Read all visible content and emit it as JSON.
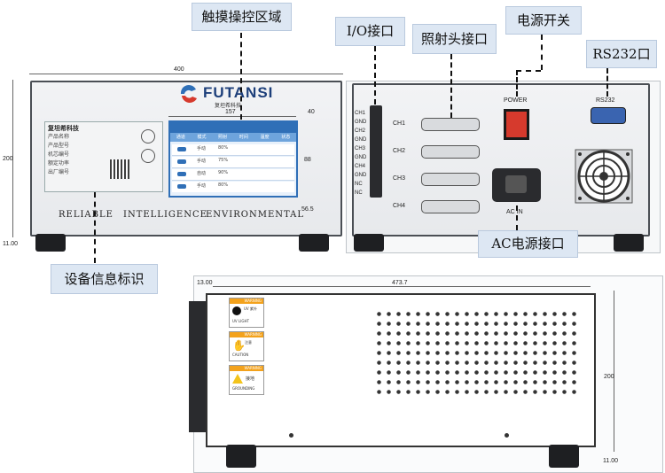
{
  "callouts": {
    "touch_area": "触摸操控区域",
    "io_port": "I/O接口",
    "light_head_port": "照射头接口",
    "power_switch": "电源开关",
    "rs232_port": "RS232口",
    "ac_power_port": "AC电源接口",
    "device_info_label": "设备信息标识"
  },
  "front": {
    "brand": "FUTANSI",
    "brand_cn": "复坦希科技",
    "slogan": [
      "RELIABLE",
      "INTELLIGENCE",
      "ENVIRONMENTAL"
    ],
    "info_title": "复坦希科技",
    "info_rows": [
      "产品名称",
      "产品型号",
      "机芯编号",
      "额定功率",
      "出厂编号"
    ],
    "screen_headers": [
      "通道",
      "模式",
      "照射",
      "时间",
      "温度",
      "状态"
    ],
    "screen_modes": [
      "手动",
      "手动",
      "自动",
      "手动"
    ],
    "screen_values": [
      "80%",
      "75%",
      "90%",
      "80%"
    ]
  },
  "dimensions": {
    "front_width": "400",
    "front_height": "200",
    "feet_height": "11.00",
    "screen_width": "157",
    "screen_right": "40",
    "screen_height": "88",
    "screen_bottom": "56.5",
    "side_top": "13.00",
    "side_length": "473.7",
    "side_height": "200",
    "side_feet": "11.00"
  },
  "back": {
    "power_label": "POWER",
    "rs232_label": "RS232",
    "ac_label": "AC IN",
    "channels": [
      "CH1",
      "CH2",
      "CH3",
      "CH4"
    ],
    "io_pins": [
      "CH1",
      "GND",
      "CH2",
      "GND",
      "CH3",
      "GND",
      "CH4",
      "GND",
      "NC",
      "NC"
    ]
  },
  "side": {
    "warnings": [
      {
        "header": "WARNING",
        "title": "UV 紫外",
        "en": "UV LIGHT"
      },
      {
        "header": "WARNING",
        "title": "注意",
        "en": "CAUTION"
      },
      {
        "header": "WARNING",
        "title": "接地",
        "en": "GROUNDING"
      }
    ]
  },
  "colors": {
    "callout_bg": "#dde7f3",
    "screen_blue": "#2f6fb7",
    "power_red": "#d63a2d",
    "chassis_dark": "#4b4f55"
  }
}
